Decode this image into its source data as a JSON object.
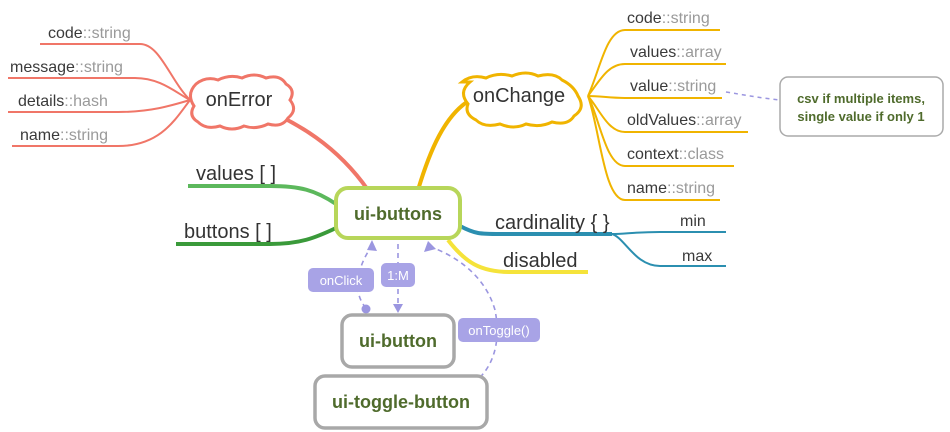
{
  "diagram": {
    "central": "ui-buttons",
    "child_button": "ui-button",
    "grandchild_button": "ui-toggle-button",
    "on_error": {
      "label": "onError",
      "items": [
        {
          "name": "code",
          "sep": "::",
          "type": "string"
        },
        {
          "name": "message",
          "sep": "::",
          "type": "string"
        },
        {
          "name": "details",
          "sep": "::",
          "type": "hash"
        },
        {
          "name": "name",
          "sep": "::",
          "type": "string"
        }
      ]
    },
    "on_change": {
      "label": "onChange",
      "items": [
        {
          "name": "code",
          "sep": "::",
          "type": "string"
        },
        {
          "name": "values",
          "sep": "::",
          "type": "array"
        },
        {
          "name": "value",
          "sep": "::",
          "type": "string"
        },
        {
          "name": "oldValues",
          "sep": "::",
          "type": "array"
        },
        {
          "name": "context",
          "sep": "::",
          "type": "class"
        },
        {
          "name": "name",
          "sep": "::",
          "type": "string"
        }
      ],
      "note_lines": [
        "csv if multiple items,",
        "single value if only 1"
      ]
    },
    "values_label": "values [ ]",
    "buttons_label": "buttons [ ]",
    "cardinality": {
      "label": "cardinality { }",
      "min": "min",
      "max": "max"
    },
    "disabled_label": "disabled",
    "edges": {
      "on_click": "onClick",
      "one_to_many": "1:M",
      "on_toggle": "onToggle()"
    },
    "colors": {
      "error": "#f07668",
      "change": "#f0b400",
      "values": "#5cb85c",
      "buttons": "#3a9a3a",
      "cardinality": "#2b8fb0",
      "disabled": "#f5e33a",
      "central_border": "#b7d65a",
      "link": "#9b96e0"
    }
  }
}
